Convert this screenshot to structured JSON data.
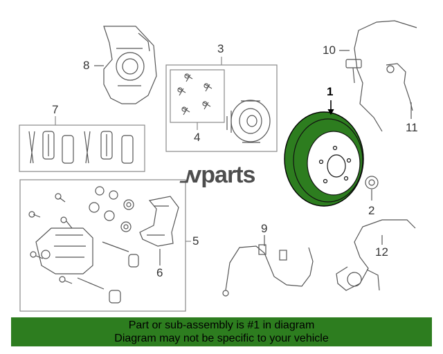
{
  "watermark": {
    "mark": "⅃",
    "text": "vparts"
  },
  "callouts": {
    "c1": "1",
    "c2": "2",
    "c3": "3",
    "c4": "4",
    "c5": "5",
    "c6": "6",
    "c7": "7",
    "c8": "8",
    "c9": "9",
    "c10": "10",
    "c11": "11",
    "c12": "12"
  },
  "banner": {
    "line1": "Part or sub-assembly is #1 in diagram",
    "line2": "Diagram may not be specific to your vehicle"
  },
  "colors": {
    "highlight": "#2d7d1f",
    "stroke": "#555555",
    "box": "#888888"
  },
  "icons": [
    "dust-shield",
    "brake-pad-kit",
    "hub-bearing",
    "brake-rotor",
    "caliper",
    "bracket",
    "abs-sensor",
    "brake-hose",
    "nut",
    "bolt"
  ]
}
